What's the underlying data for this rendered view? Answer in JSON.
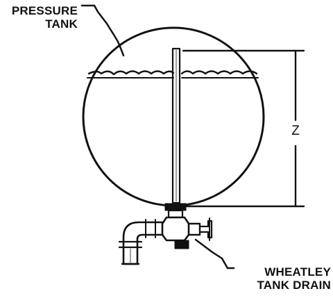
{
  "labels": {
    "pressure_tank": [
      "PRESSURE",
      "TANK"
    ],
    "drain": [
      "WHEATLEY",
      "TANK DRAIN"
    ],
    "dimension": "Z"
  },
  "colors": {
    "ink": "#111111",
    "background": "#ffffff"
  }
}
